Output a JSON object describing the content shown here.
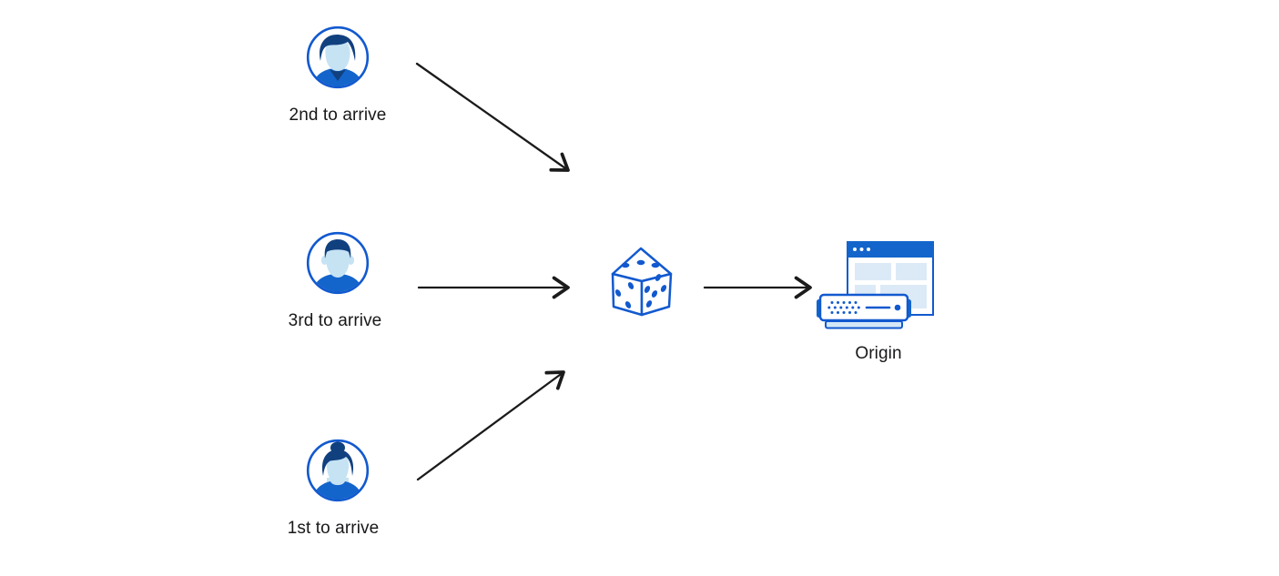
{
  "diagram": {
    "title": "random-steering-to-origin",
    "visitors": [
      {
        "id": "visitor-2nd",
        "label": "2nd to arrive",
        "avatar": "man-swept-hair-avatar"
      },
      {
        "id": "visitor-3rd",
        "label": "3rd to arrive",
        "avatar": "man-flat-top-avatar"
      },
      {
        "id": "visitor-1st",
        "label": "1st to arrive",
        "avatar": "woman-bun-avatar"
      }
    ],
    "selector": {
      "icon": "dice-icon",
      "pips_visible": {
        "top_face": 3,
        "left_face": 3,
        "right_face": 5
      }
    },
    "origin": {
      "label": "Origin",
      "icon": "browser-window-and-server-icon"
    },
    "edges": [
      {
        "from": "visitor-2nd",
        "to": "dice"
      },
      {
        "from": "visitor-3rd",
        "to": "dice"
      },
      {
        "from": "visitor-1st",
        "to": "dice"
      },
      {
        "from": "dice",
        "to": "origin"
      }
    ],
    "colors": {
      "outline_blue": "#1259CF",
      "fill_blue": "#1365CB",
      "navy": "#11407F",
      "skin_light_blue": "#C6E3F4",
      "panel_pale_blue": "#DCEAF7",
      "arrow_black": "#1B1B1B",
      "background": "#FFFFFF"
    }
  }
}
